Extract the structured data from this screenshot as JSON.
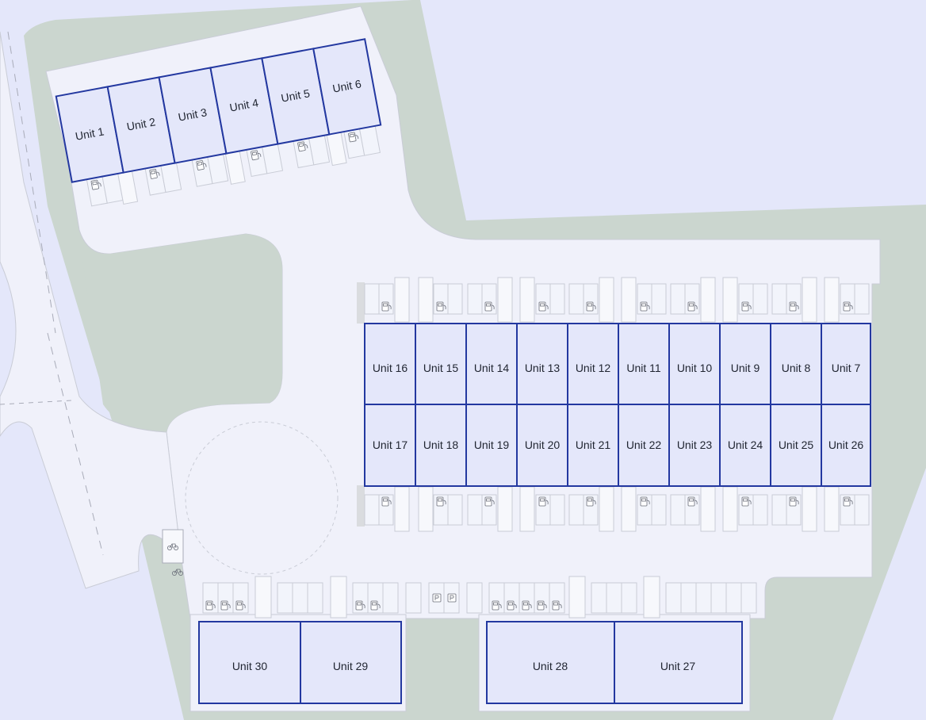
{
  "colors": {
    "background": "#e4e7fa",
    "landscape": "#cbd6cf",
    "hardstanding": "#f0f1fa",
    "unit_fill": "#e4e7fa",
    "unit_outline": "#2338a0",
    "road_markings": "#a8abb8"
  },
  "icons": {
    "ev_charger": "ev-charging-icon",
    "cycle_stand": "bicycle-icon",
    "parking_sign": "parking-icon"
  },
  "units_north": [
    "Unit 1",
    "Unit 2",
    "Unit 3",
    "Unit 4",
    "Unit 5",
    "Unit 6"
  ],
  "units_east_top": [
    "Unit 16",
    "Unit 15",
    "Unit 14",
    "Unit 13",
    "Unit 12",
    "Unit 11",
    "Unit 10",
    "Unit 9",
    "Unit 8",
    "Unit 7"
  ],
  "units_east_bottom": [
    "Unit 17",
    "Unit 18",
    "Unit 19",
    "Unit 20",
    "Unit 21",
    "Unit 22",
    "Unit 23",
    "Unit 24",
    "Unit 25",
    "Unit 26"
  ],
  "units_south_west": [
    "Unit 30",
    "Unit 29"
  ],
  "units_south_east": [
    "Unit 28",
    "Unit 27"
  ]
}
